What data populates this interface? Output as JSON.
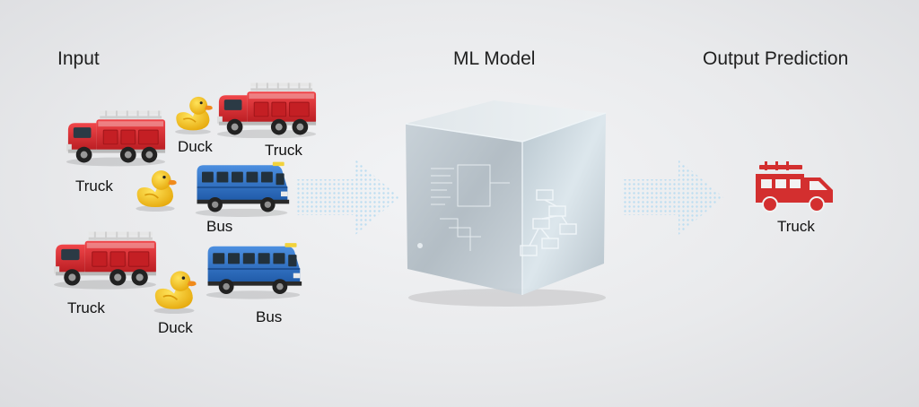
{
  "headers": {
    "input": "Input",
    "model": "ML Model",
    "output": "Output Prediction"
  },
  "inputs": [
    {
      "kind": "truck-icon",
      "label": "Truck"
    },
    {
      "kind": "duck-icon",
      "label": "Duck"
    },
    {
      "kind": "truck-icon",
      "label": "Truck"
    },
    {
      "kind": "duck-icon",
      "label": ""
    },
    {
      "kind": "bus-icon",
      "label": "Bus"
    },
    {
      "kind": "truck-icon",
      "label": "Truck"
    },
    {
      "kind": "duck-icon",
      "label": "Duck"
    },
    {
      "kind": "bus-icon",
      "label": "Bus"
    }
  ],
  "prediction": {
    "label": "Truck",
    "color": "#d32f2f"
  },
  "colors": {
    "truck_red": "#d8262b",
    "bus_blue": "#2f73c9",
    "duck_yellow": "#f6c81e",
    "arrow_glow": "#cfe7f6"
  }
}
